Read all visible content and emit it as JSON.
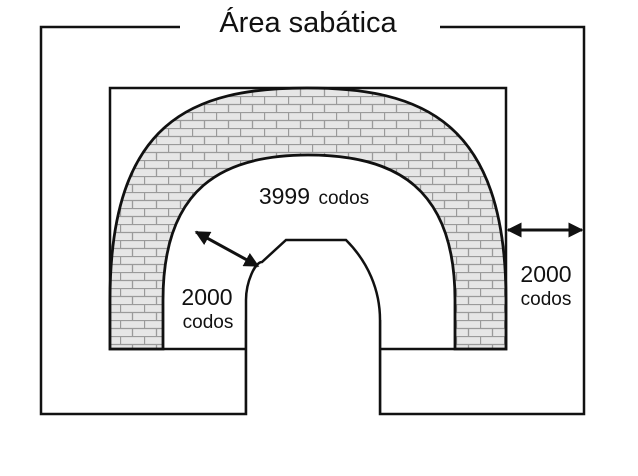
{
  "diagram": {
    "title": "Área sabática",
    "inner_label": {
      "number": "3999",
      "unit": "codos"
    },
    "left_label": {
      "number": "2000",
      "unit": "codos"
    },
    "right_label": {
      "number": "2000",
      "unit": "codos"
    }
  },
  "colors": {
    "line": "#111111",
    "brick_fill": "#e6e6e6",
    "brick_mortar": "#9a9a9a",
    "background": "#ffffff"
  }
}
